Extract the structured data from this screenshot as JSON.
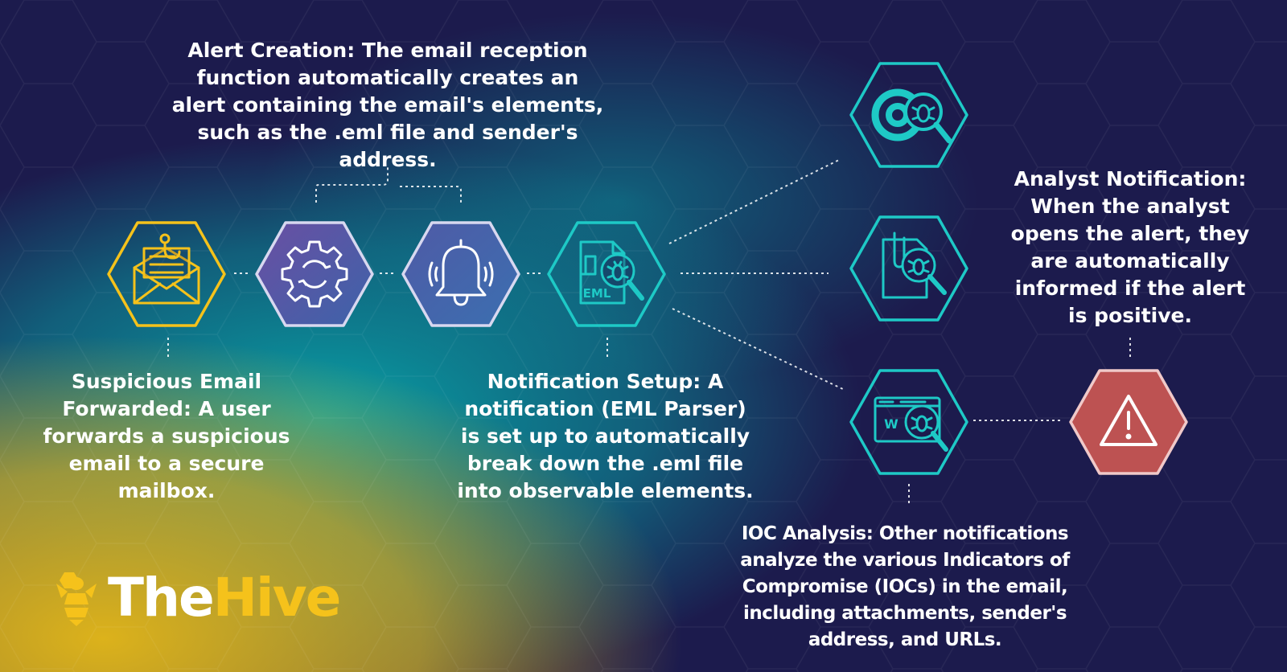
{
  "steps": {
    "alert_creation": "Alert Creation: The email reception function automatically creates an alert containing the email's elements, such as the .eml file and sender's address.",
    "suspicious_email": "Suspicious Email Forwarded: A user forwards a suspicious email to a secure mailbox.",
    "notification_setup": "Notification Setup: A notification (EML Parser) is set up to automatically break down the .eml file into observable elements.",
    "analyst_notification": "Analyst Notification: When the analyst opens the alert, they are automatically informed if the alert is positive.",
    "ioc_analysis": "IOC Analysis: Other notifications analyze the various Indicators of Compromise (IOCs) in the email, including attachments, sender's address, and URLs."
  },
  "icons": {
    "email": "email-hook-icon",
    "gear": "gear-icon",
    "bell": "bell-icon",
    "eml": "eml-file-bug-icon",
    "at": "at-sign-bug-icon",
    "attachment": "attachment-bug-icon",
    "url": "url-window-bug-icon",
    "warning": "warning-triangle-icon",
    "eml_label": "EML",
    "url_label": "W"
  },
  "logo": {
    "the": "The",
    "hive": "Hive",
    "icon": "bee-icon"
  },
  "colors": {
    "bg_navy": "#1c1b4d",
    "bg_teal": "#0a9aa3",
    "bg_yellow": "#d9b11c",
    "yellow": "#f5c21b",
    "teal": "#1ec9c6",
    "purple": "#5b4c9e",
    "blue": "#3f5fa8",
    "red": "#bd5252",
    "white": "#ffffff"
  }
}
